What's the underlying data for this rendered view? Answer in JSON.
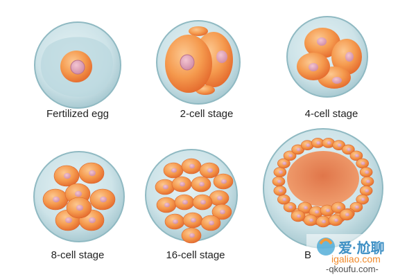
{
  "stages": [
    {
      "id": "fertilized-egg",
      "label": "Fertilized egg"
    },
    {
      "id": "2-cell",
      "label": "2-cell stage"
    },
    {
      "id": "4-cell",
      "label": "4-cell stage"
    },
    {
      "id": "8-cell",
      "label": "8-cell stage"
    },
    {
      "id": "16-cell",
      "label": "16-cell stage"
    },
    {
      "id": "blastocyst",
      "label": "B"
    }
  ],
  "watermark": {
    "brand": "爱·尬聊",
    "url": "igaliao.com",
    "sub": "-qkoufu.com-"
  },
  "colors": {
    "zona": "#cfe6ea",
    "zona_edge": "#8fb9c2",
    "cell": "#f49a4e",
    "cell_light": "#fdc58e",
    "cell_dark": "#e0682a",
    "nucleus": "#e4a3b8",
    "nucleus_edge": "#b96f8c",
    "text": "#1f1f1f"
  }
}
